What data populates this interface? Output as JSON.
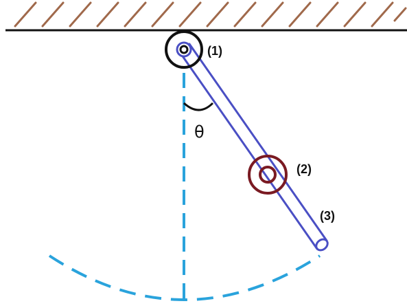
{
  "labels": {
    "pivot": "(1)",
    "collar": "(2)",
    "rod_end": "(3)",
    "angle": "θ"
  },
  "colors": {
    "ground_line": "#111111",
    "hatch": "#a0694b",
    "rod": "#4a4fc4",
    "pivot_ring": "#111111",
    "collar": "#7a1a22",
    "reference_dashes": "#2aa3dc",
    "text": "#111111"
  },
  "icons": {
    "ground": "hatched-ground-icon",
    "pivot": "pivot-joint-icon",
    "collar": "sliding-collar-icon",
    "angle_arc": "angle-arc-icon"
  }
}
